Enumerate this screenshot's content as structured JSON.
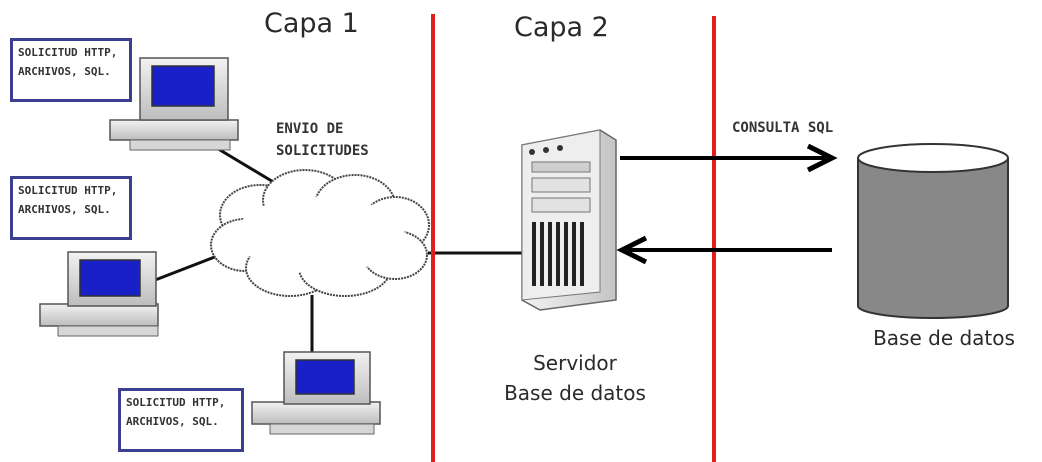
{
  "layers": {
    "capa1": "Capa 1",
    "capa2": "Capa 2"
  },
  "requests": [
    {
      "line1": "SOLICITUD HTTP,",
      "line2": "ARCHIVOS, SQL."
    },
    {
      "line1": "SOLICITUD HTTP,",
      "line2": "ARCHIVOS, SQL."
    },
    {
      "line1": "SOLICITUD HTTP,",
      "line2": "ARCHIVOS, SQL."
    }
  ],
  "network": {
    "line1": "ENVIO DE",
    "line2": "SOLICITUDES"
  },
  "server": {
    "line1": "Servidor",
    "line2": "Base de datos"
  },
  "query_label": "CONSULTA SQL",
  "database_label": "Base de datos",
  "colors": {
    "divider": "#e01e1e",
    "request_border": "#3a3f8f",
    "screen": "#1a20c8",
    "cylinder": "#888888"
  }
}
